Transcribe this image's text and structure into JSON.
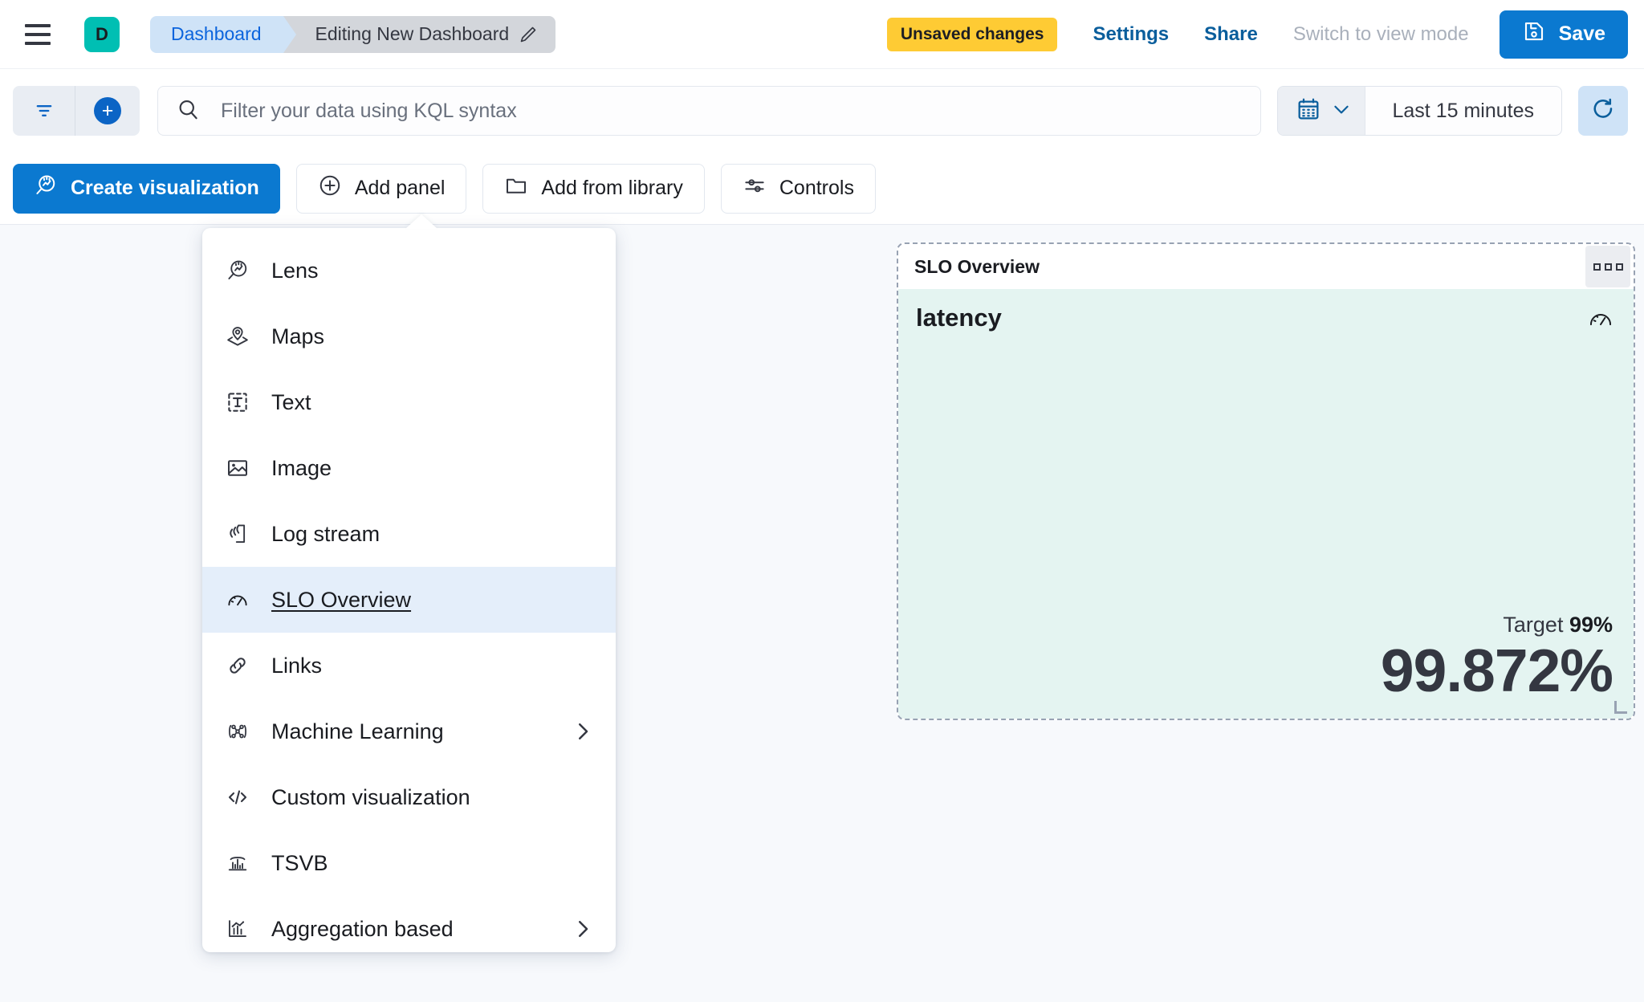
{
  "header": {
    "menu_icon": "hamburger-menu-icon",
    "avatar_letter": "D",
    "breadcrumb": {
      "parent": "Dashboard",
      "current": "Editing New Dashboard",
      "edit_icon": "pencil-icon"
    },
    "unsaved_badge": "Unsaved changes",
    "settings_label": "Settings",
    "share_label": "Share",
    "view_mode_label": "Switch to view mode",
    "save_label": "Save",
    "save_icon": "floppy-disk-save-icon"
  },
  "querybar": {
    "filter_icon": "filter-icon",
    "add_filter_icon": "plus-circle-icon",
    "search_icon": "search-icon",
    "search_value": "",
    "search_placeholder": "Filter your data using KQL syntax",
    "calendar_icon": "calendar-icon",
    "calendar_chevron": "chevron-down-icon",
    "date_range": "Last 15 minutes",
    "refresh_icon": "refresh-icon"
  },
  "toolbar": {
    "create_visualization": "Create visualization",
    "create_visualization_icon": "lens-icon",
    "add_panel": "Add panel",
    "add_panel_icon": "plus-circle-icon",
    "add_from_library": "Add from library",
    "add_from_library_icon": "folder-icon",
    "controls": "Controls",
    "controls_icon": "sliders-icon"
  },
  "add_panel_menu": {
    "items": [
      {
        "label": "Lens",
        "icon": "lens-icon",
        "has_submenu": false,
        "selected": false
      },
      {
        "label": "Maps",
        "icon": "map-pin-layers-icon",
        "has_submenu": false,
        "selected": false
      },
      {
        "label": "Text",
        "icon": "text-box-icon",
        "has_submenu": false,
        "selected": false
      },
      {
        "label": "Image",
        "icon": "image-icon",
        "has_submenu": false,
        "selected": false
      },
      {
        "label": "Log stream",
        "icon": "log-stream-icon",
        "has_submenu": false,
        "selected": false
      },
      {
        "label": "SLO Overview",
        "icon": "gauge-icon",
        "has_submenu": false,
        "selected": true
      },
      {
        "label": "Links",
        "icon": "link-icon",
        "has_submenu": false,
        "selected": false
      },
      {
        "label": "Machine Learning",
        "icon": "machine-learning-icon",
        "has_submenu": true,
        "selected": false
      },
      {
        "label": "Custom visualization",
        "icon": "code-icon",
        "has_submenu": false,
        "selected": false
      },
      {
        "label": "TSVB",
        "icon": "tsvb-chart-icon",
        "has_submenu": false,
        "selected": false
      },
      {
        "label": "Aggregation based",
        "icon": "aggregation-icon",
        "has_submenu": true,
        "selected": false
      }
    ]
  },
  "slo_panel": {
    "title": "SLO Overview",
    "context_menu_icon": "grid-dots-icon",
    "slo_name": "latency",
    "gauge_icon": "gauge-icon",
    "target_prefix": "Target ",
    "target_value": "99%",
    "current_value": "99.872%",
    "resize_handle_icon": "resize-handle-icon"
  },
  "colors": {
    "accent_blue": "#0b79d0",
    "link_blue": "#0a5e9c",
    "warning_yellow": "#fecb34",
    "avatar_teal": "#00bfb3",
    "panel_body_teal": "#e4f4f1",
    "page_background": "#f7f9fc",
    "selected_menu_blue": "#e4eefa",
    "disabled_gray": "#a9b0bb"
  }
}
